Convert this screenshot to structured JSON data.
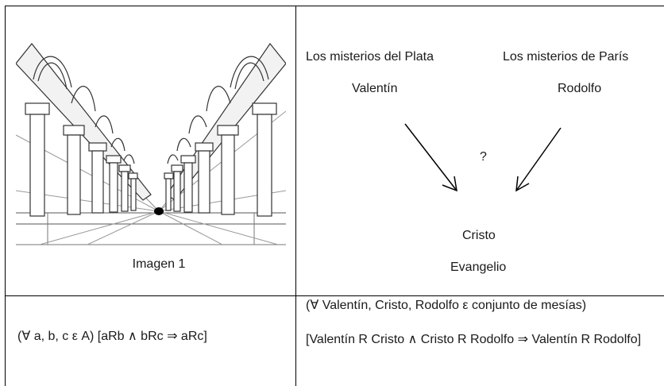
{
  "left_top": {
    "caption": "Imagen 1"
  },
  "right_top": {
    "novel_left": "Los misterios del Plata",
    "novel_right": "Los misterios de París",
    "hero_left": "Valentín",
    "hero_right": "Rodolfo",
    "question": "?",
    "center_name": "Cristo",
    "center_book": "Evangelio"
  },
  "left_bottom": {
    "formula": "(∀ a, b, c ε A) [aRb ∧ bRc ⇒ aRc]"
  },
  "right_bottom": {
    "line1": "(∀ Valentín, Cristo, Rodolfo ε conjunto de mesías)",
    "line2": "[Valentín R Cristo ∧ Cristo R Rodolfo ⇒ Valentín R Rodolfo]"
  }
}
